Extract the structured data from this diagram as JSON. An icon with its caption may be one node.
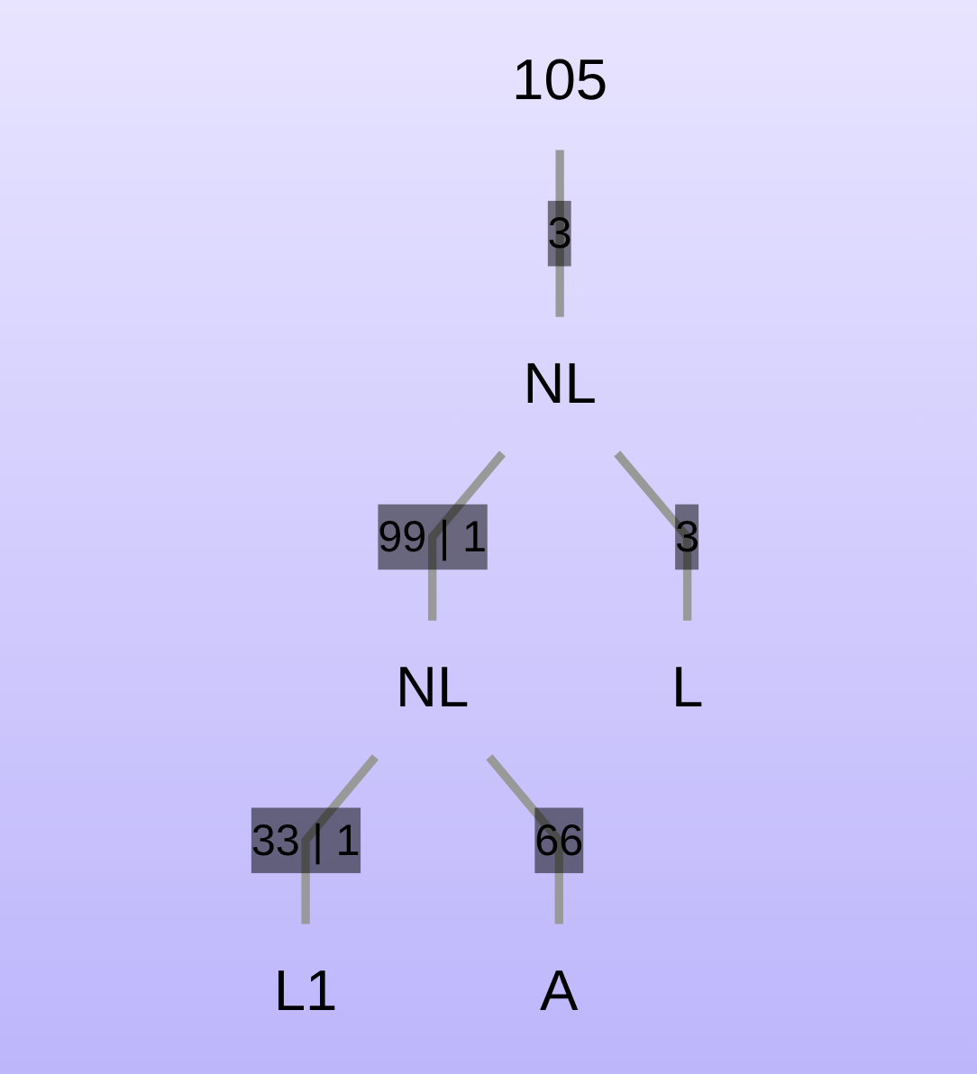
{
  "diagram": {
    "nodes": [
      {
        "text": [
          "105"
        ]
      },
      {
        "text": [
          "NL"
        ]
      },
      {
        "text": [
          "NL"
        ]
      },
      {
        "text": [
          "L"
        ]
      },
      {
        "text": [
          "L1"
        ]
      },
      {
        "text": [
          "A"
        ]
      }
    ],
    "edges": [
      {
        "from": 0,
        "to": 1,
        "arrow": "none",
        "label": "3"
      },
      {
        "from": 1,
        "to": 2,
        "arrow": "none",
        "label": "99 | 1"
      },
      {
        "from": 1,
        "to": 3,
        "arrow": "none",
        "label": "3"
      },
      {
        "from": 2,
        "to": 4,
        "arrow": "none",
        "label": "33 | 1"
      },
      {
        "from": 2,
        "to": 5,
        "arrow": "none",
        "label": "66"
      }
    ]
  }
}
